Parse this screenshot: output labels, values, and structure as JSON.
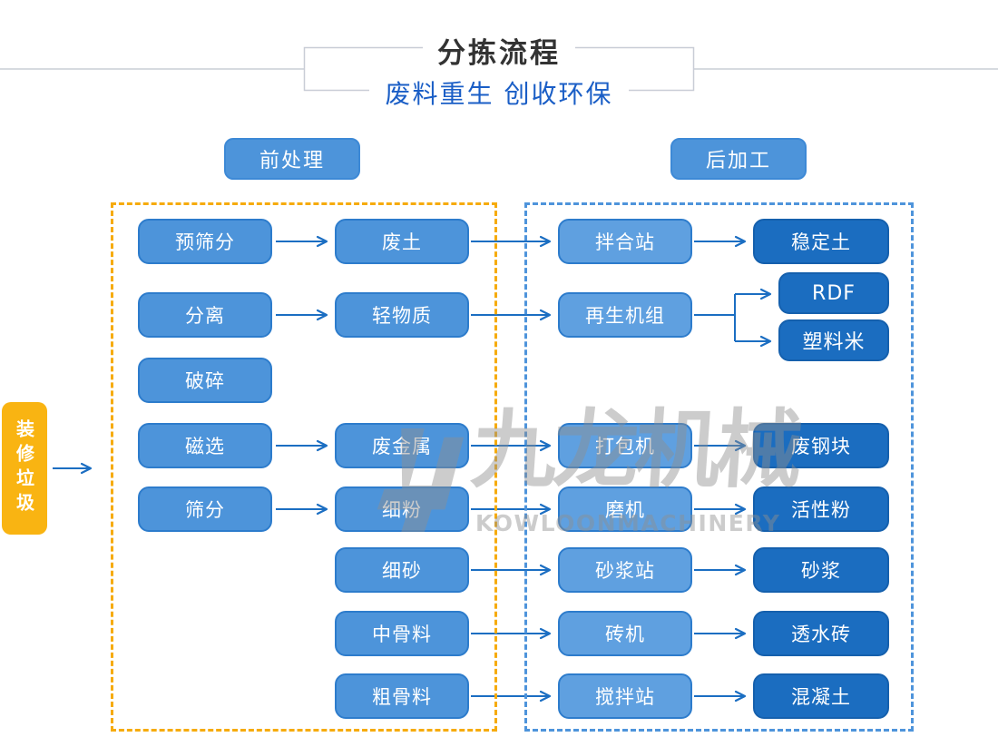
{
  "title": {
    "main": "分拣流程",
    "sub": "废料重生 创收环保"
  },
  "stages": {
    "pre": "前处理",
    "post": "后加工"
  },
  "source_label": "装修垃圾",
  "nodes": {
    "col1": [
      "预筛分",
      "分离",
      "破碎",
      "磁选",
      "筛分"
    ],
    "col2": [
      "废土",
      "轻物质",
      "废金属",
      "细粉",
      "细砂",
      "中骨料",
      "粗骨料"
    ],
    "col3": [
      "拌合站",
      "再生机组",
      "打包机",
      "磨机",
      "砂浆站",
      "砖机",
      "搅拌站"
    ],
    "col4": [
      "稳定土",
      "RDF",
      "塑料米",
      "废钢块",
      "活性粉",
      "砂浆",
      "透水砖",
      "混凝土"
    ]
  },
  "edges": [
    {
      "from": "装修垃圾",
      "to": "前处理区"
    },
    {
      "from": "预筛分",
      "to": "废土"
    },
    {
      "from": "废土",
      "to": "拌合站"
    },
    {
      "from": "拌合站",
      "to": "稳定土"
    },
    {
      "from": "分离",
      "to": "轻物质"
    },
    {
      "from": "轻物质",
      "to": "再生机组"
    },
    {
      "from": "再生机组",
      "to": "RDF"
    },
    {
      "from": "再生机组",
      "to": "塑料米"
    },
    {
      "from": "磁选",
      "to": "废金属"
    },
    {
      "from": "废金属",
      "to": "打包机"
    },
    {
      "from": "打包机",
      "to": "废钢块"
    },
    {
      "from": "筛分",
      "to": "细粉"
    },
    {
      "from": "细粉",
      "to": "磨机"
    },
    {
      "from": "磨机",
      "to": "活性粉"
    },
    {
      "from": "细砂",
      "to": "砂浆站"
    },
    {
      "from": "砂浆站",
      "to": "砂浆"
    },
    {
      "from": "中骨料",
      "to": "砖机"
    },
    {
      "from": "砖机",
      "to": "透水砖"
    },
    {
      "from": "粗骨料",
      "to": "搅拌站"
    },
    {
      "from": "搅拌站",
      "to": "混凝土"
    }
  ],
  "watermark": {
    "cn": "九龙机械",
    "en": "KOWLOONMACHINERY"
  },
  "colors": {
    "node_light": "#4d94da",
    "node_mid": "#5fa0e0",
    "node_dark": "#1b6dc0",
    "node_border": "#2d7ccc",
    "arrow": "#1b6ec2",
    "pre_dash": "#f6ab0c",
    "post_dash": "#4e94db",
    "source_fill": "#f9b412",
    "title_dark": "#333333",
    "subtitle_blue": "#1a5ec6",
    "header_line": "#c9cdd6"
  }
}
